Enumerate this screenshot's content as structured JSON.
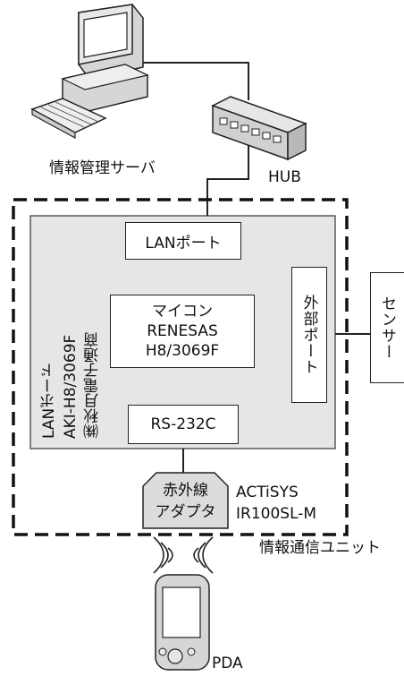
{
  "labels": {
    "server": "情報管理サーバ",
    "hub": "HUB",
    "lan_port": "LANポート",
    "mcu_line1": "マイコン",
    "mcu_line2": "RENESAS",
    "mcu_line3": "H8/3069F",
    "board_line1": "㈱秋月電子通商",
    "board_line2": "AKI-H8/3069F",
    "board_line3": "LANボード",
    "ext_port": "外部ポート",
    "rs232c": "RS-232C",
    "ir_line1": "赤外線",
    "ir_line2": "アダプタ",
    "actisys_line1": "ACTiSYS",
    "actisys_line2": "IR100SL-M",
    "unit": "情報通信ユニット",
    "sensor": "センサー",
    "pda": "PDA"
  },
  "colors": {
    "board_fill": "#e6e6e6",
    "device_fill": "#d9d9d9",
    "line": "#222222"
  }
}
